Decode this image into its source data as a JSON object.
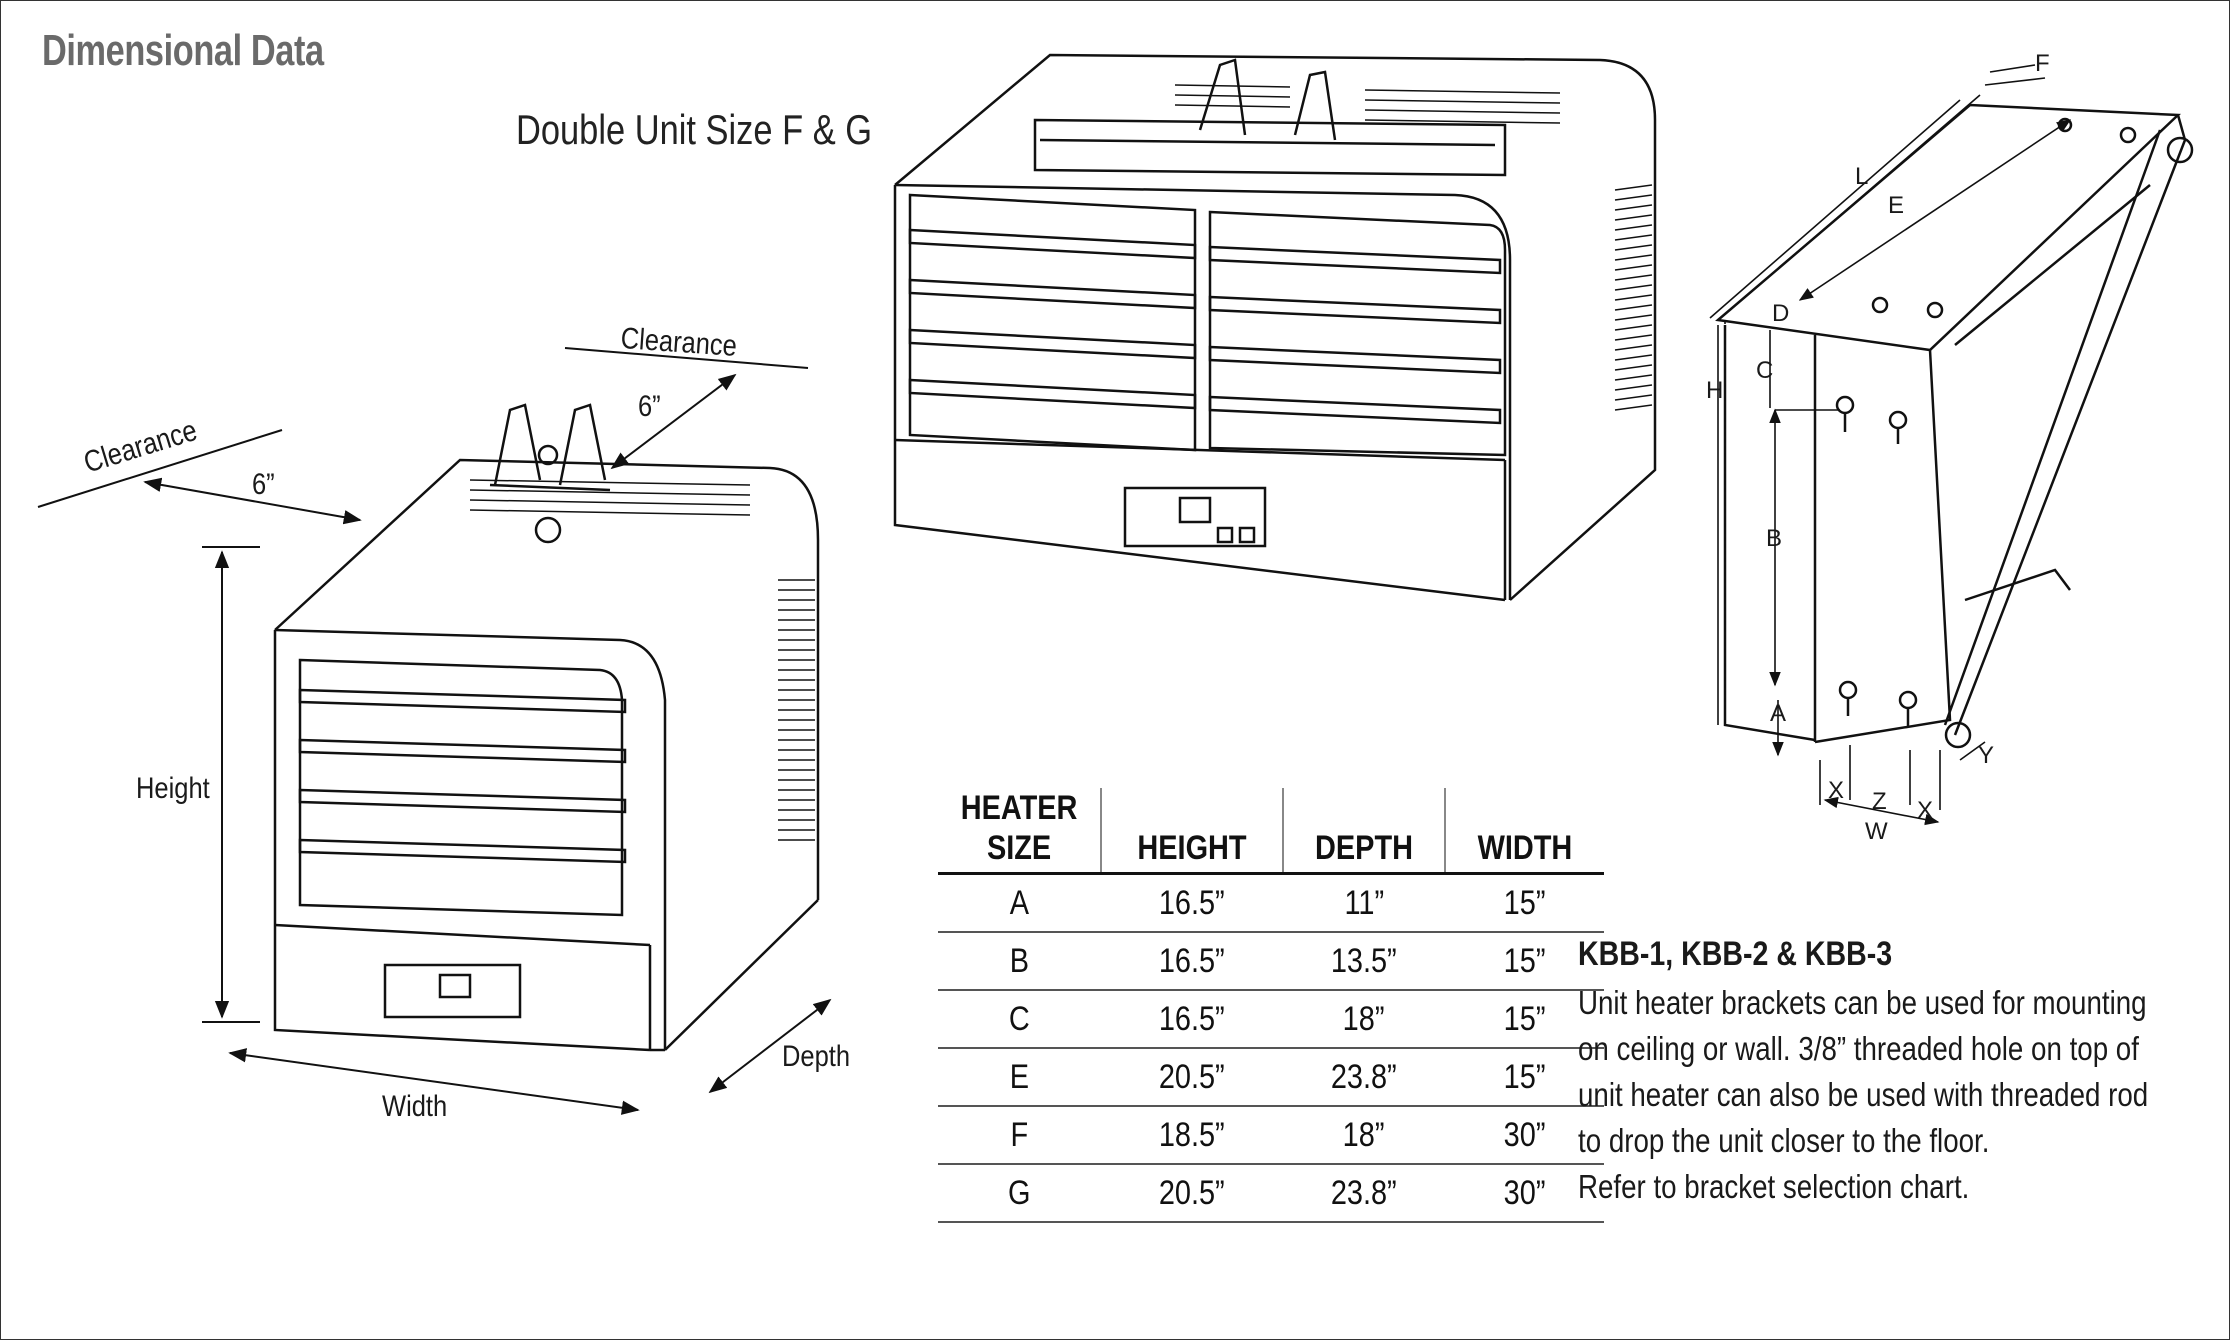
{
  "page": {
    "title": "Dimensional Data",
    "subtitle": "Double Unit  Size F & G"
  },
  "single_unit": {
    "clearance_left_label": "Clearance",
    "clearance_left_value": "6”",
    "clearance_right_label": "Clearance",
    "clearance_right_value": "6”",
    "height_label": "Height",
    "width_label": "Width",
    "depth_label": "Depth"
  },
  "bracket_letters": {
    "F": "F",
    "L": "L",
    "E": "E",
    "D": "D",
    "H": "H",
    "C": "C",
    "B": "B",
    "A": "A",
    "X1": "X",
    "Z": "Z",
    "X2": "X",
    "W": "W",
    "Y": "Y"
  },
  "table": {
    "headers": [
      "HEATER\nSIZE",
      "HEIGHT",
      "DEPTH",
      "WIDTH"
    ],
    "header_size_line1": "HEATER",
    "header_size_line2": "SIZE",
    "rows": [
      [
        "A",
        "16.5”",
        "11”",
        "15”"
      ],
      [
        "B",
        "16.5”",
        "13.5”",
        "15”"
      ],
      [
        "C",
        "16.5”",
        "18”",
        "15”"
      ],
      [
        "E",
        "20.5”",
        "23.8”",
        "15”"
      ],
      [
        "F",
        "18.5”",
        "18”",
        "30”"
      ],
      [
        "G",
        "20.5”",
        "23.8”",
        "30”"
      ]
    ]
  },
  "kbb": {
    "heading": "KBB-1, KBB-2 & KBB-3",
    "lines": [
      "Unit heater brackets can be used for mounting",
      "on ceiling or wall. 3/8” threaded hole on top of",
      "unit heater can also be used with threaded rod",
      "to drop the unit closer to the floor.",
      "Refer to bracket selection chart."
    ]
  }
}
